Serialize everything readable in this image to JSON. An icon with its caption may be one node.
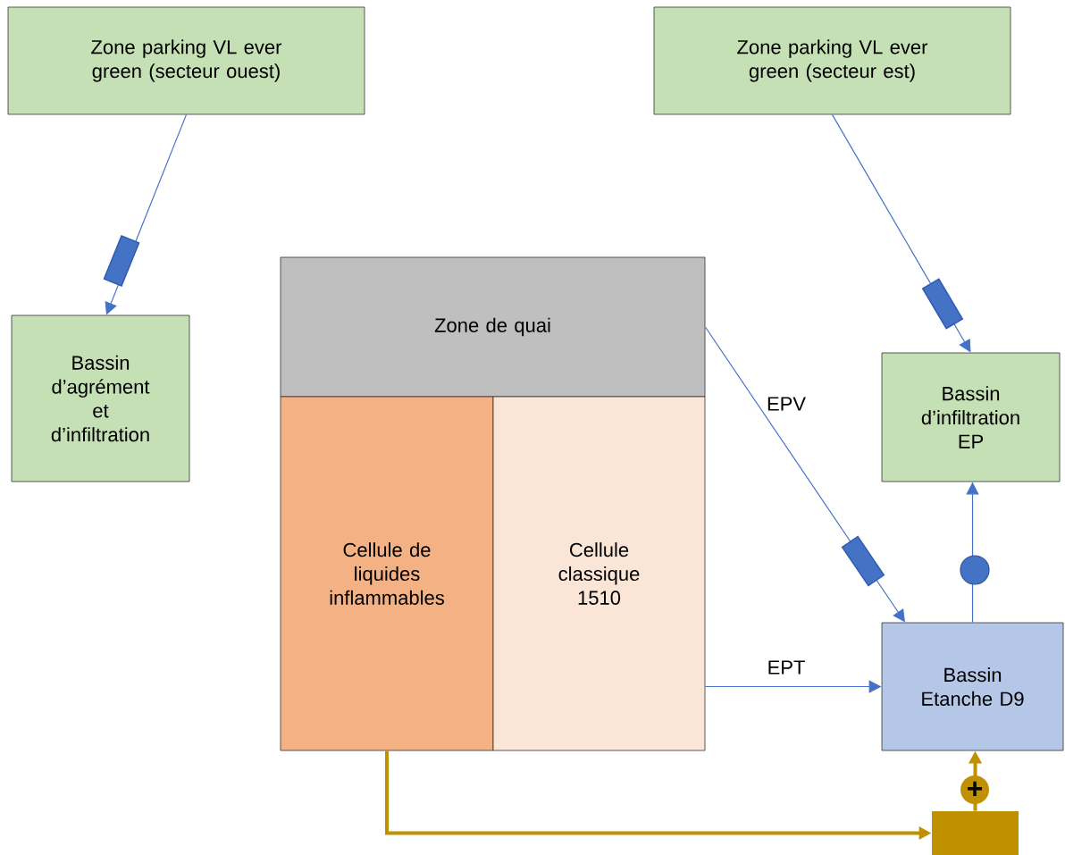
{
  "diagram": {
    "nodes": [
      {
        "text": [
          "Zone parking VL ever green (secteur ouest)"
        ]
      },
      {
        "text": [
          "Zone parking VL ever green (secteur est)"
        ]
      },
      {
        "text": [
          "Bassin d’agrément et d’infiltration"
        ]
      },
      {
        "text": [
          "Zone de quai"
        ]
      },
      {
        "text": [
          "Cellule de liquides inflammables"
        ]
      },
      {
        "text": [
          "Cellule classique 1510"
        ]
      },
      {
        "text": [
          "Bassin d’infiltration EP"
        ]
      },
      {
        "text": [
          "Bassin Etanche D9"
        ]
      },
      {
        "text": [],
        "shape": "box"
      }
    ],
    "edges": [
      {
        "from": 0,
        "to": 2,
        "arrow": "to"
      },
      {
        "from": 1,
        "to": 6,
        "arrow": "to"
      },
      {
        "from": 3,
        "to": 7,
        "arrow": "to",
        "label": "EPV"
      },
      {
        "from": 5,
        "to": 7,
        "arrow": "to",
        "label": "EPT"
      },
      {
        "from": 7,
        "to": 6,
        "arrow": "to"
      },
      {
        "from": 4,
        "to": 8,
        "arrow": "to",
        "style": "thick",
        "color": "#bf9000"
      },
      {
        "from": 8,
        "to": 7,
        "arrow": "to",
        "style": "thick",
        "color": "#bf9000"
      }
    ],
    "labels": [
      "+"
    ]
  }
}
